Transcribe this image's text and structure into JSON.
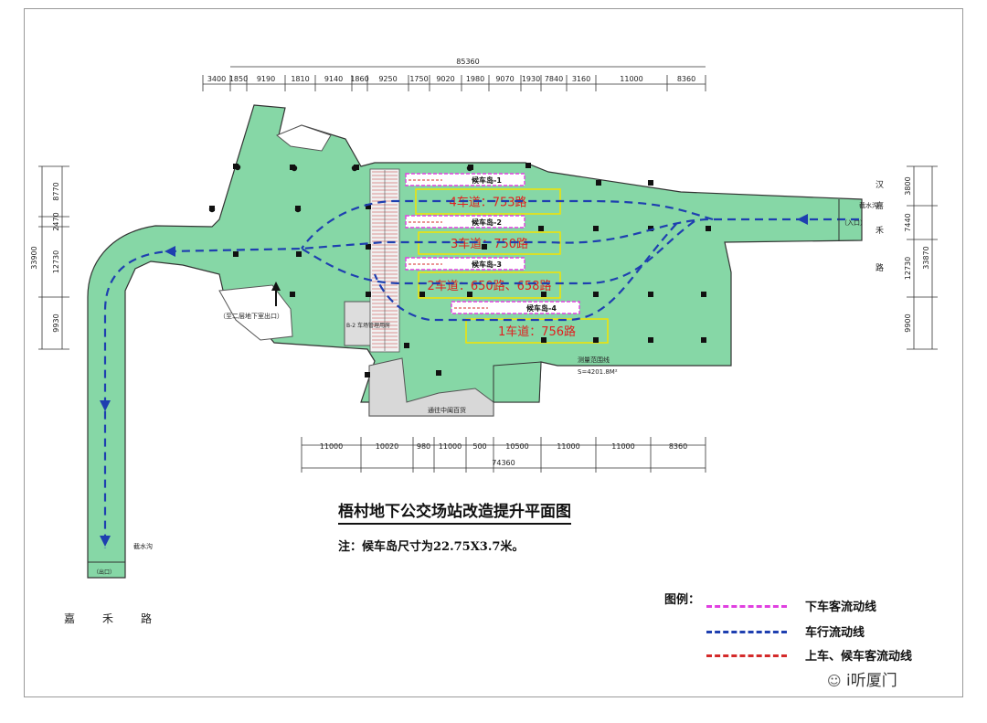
{
  "title": "梧村地下公交场站改造提升平面图",
  "note": "注：候车岛尺寸为22.75X3.7米。",
  "road_name": "嘉禾路",
  "watermark": "i听厦门",
  "colors": {
    "station_fill": "#86d7a6",
    "vehicle_flow": "#1e3fb0",
    "alight_flow": "#e040e0",
    "board_flow": "#d42a2a",
    "lane_label": "#e02020",
    "lane_box": "#f4e400"
  },
  "top_dims": {
    "total": "85360",
    "segments": [
      "3400",
      "1850",
      "9190",
      "1810",
      "9140",
      "1860",
      "9250",
      "1750",
      "9020",
      "1980",
      "9070",
      "1930",
      "7840",
      "3160",
      "11000",
      "8360"
    ]
  },
  "bottom_dims": {
    "total": "74360",
    "segments": [
      "11000",
      "10020",
      "980",
      "11000",
      "500",
      "10500",
      "11000",
      "11000",
      "8360"
    ]
  },
  "left_dims": {
    "total": "33900",
    "segments": [
      "8770",
      "2470",
      "12730",
      "9930"
    ]
  },
  "right_dims": {
    "total": "33870",
    "segments": [
      "3800",
      "7440",
      "12730",
      "9900"
    ]
  },
  "islands": [
    "候车岛-1",
    "候车岛-2",
    "候车岛-3",
    "候车岛-4"
  ],
  "lanes": [
    "4车道：753路",
    "3车道：750路",
    "2车道：650路、658路",
    "1车道：756路"
  ],
  "annotations": {
    "exit_label": "（至二层地下室出口）",
    "management_room": "B-2 车场管理用房",
    "survey_line": "测量范围线",
    "survey_area": "S=4201.8M²",
    "to_mall": "通往中闽百货",
    "right_entrance": "（入口）",
    "drain_top": "截水沟",
    "drain_bottom": "截水沟",
    "bottom_small": "（出口）",
    "right_side_chars": [
      "汉",
      "嘉",
      "禾",
      "路"
    ]
  },
  "legend": {
    "title": "图例：",
    "items": [
      {
        "label": "下车客流动线",
        "color_key": "alight_flow"
      },
      {
        "label": "车行流动线",
        "color_key": "vehicle_flow"
      },
      {
        "label": "上车、候车客流动线",
        "color_key": "board_flow"
      }
    ]
  }
}
